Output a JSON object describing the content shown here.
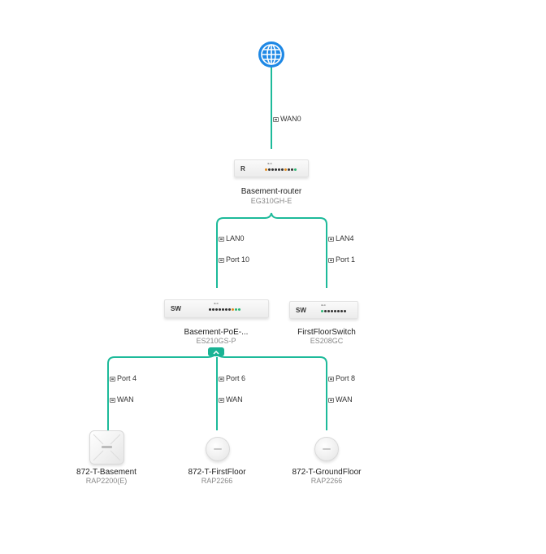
{
  "colors": {
    "link": "#1dba9a",
    "globe": "#1e88e5",
    "collapse": "#1ab394"
  },
  "internet": {
    "icon": "globe-icon"
  },
  "links": {
    "wan": {
      "label": "WAN0"
    },
    "lan0": {
      "top_label": "LAN0",
      "bottom_label": "Port 10"
    },
    "lan4": {
      "top_label": "LAN4",
      "bottom_label": "Port 1"
    },
    "port4": {
      "top_label": "Port 4",
      "bottom_label": "WAN"
    },
    "port6": {
      "top_label": "Port 6",
      "bottom_label": "WAN"
    },
    "port8": {
      "top_label": "Port 8",
      "bottom_label": "WAN"
    }
  },
  "devices": {
    "router": {
      "name": "Basement-router",
      "model": "EG310GH-E",
      "tag": "R"
    },
    "poe_switch": {
      "name": "Basement-PoE-...",
      "model": "ES210GS-P",
      "tag": "SW"
    },
    "floor_switch": {
      "name": "FirstFloorSwitch",
      "model": "ES208GC",
      "tag": "SW"
    },
    "ap_basement": {
      "name": "872-T-Basement",
      "model": "RAP2200(E)"
    },
    "ap_firstfloor": {
      "name": "872-T-FirstFloor",
      "model": "RAP2266"
    },
    "ap_groundfloor": {
      "name": "872-T-GroundFloor",
      "model": "RAP2266"
    }
  }
}
